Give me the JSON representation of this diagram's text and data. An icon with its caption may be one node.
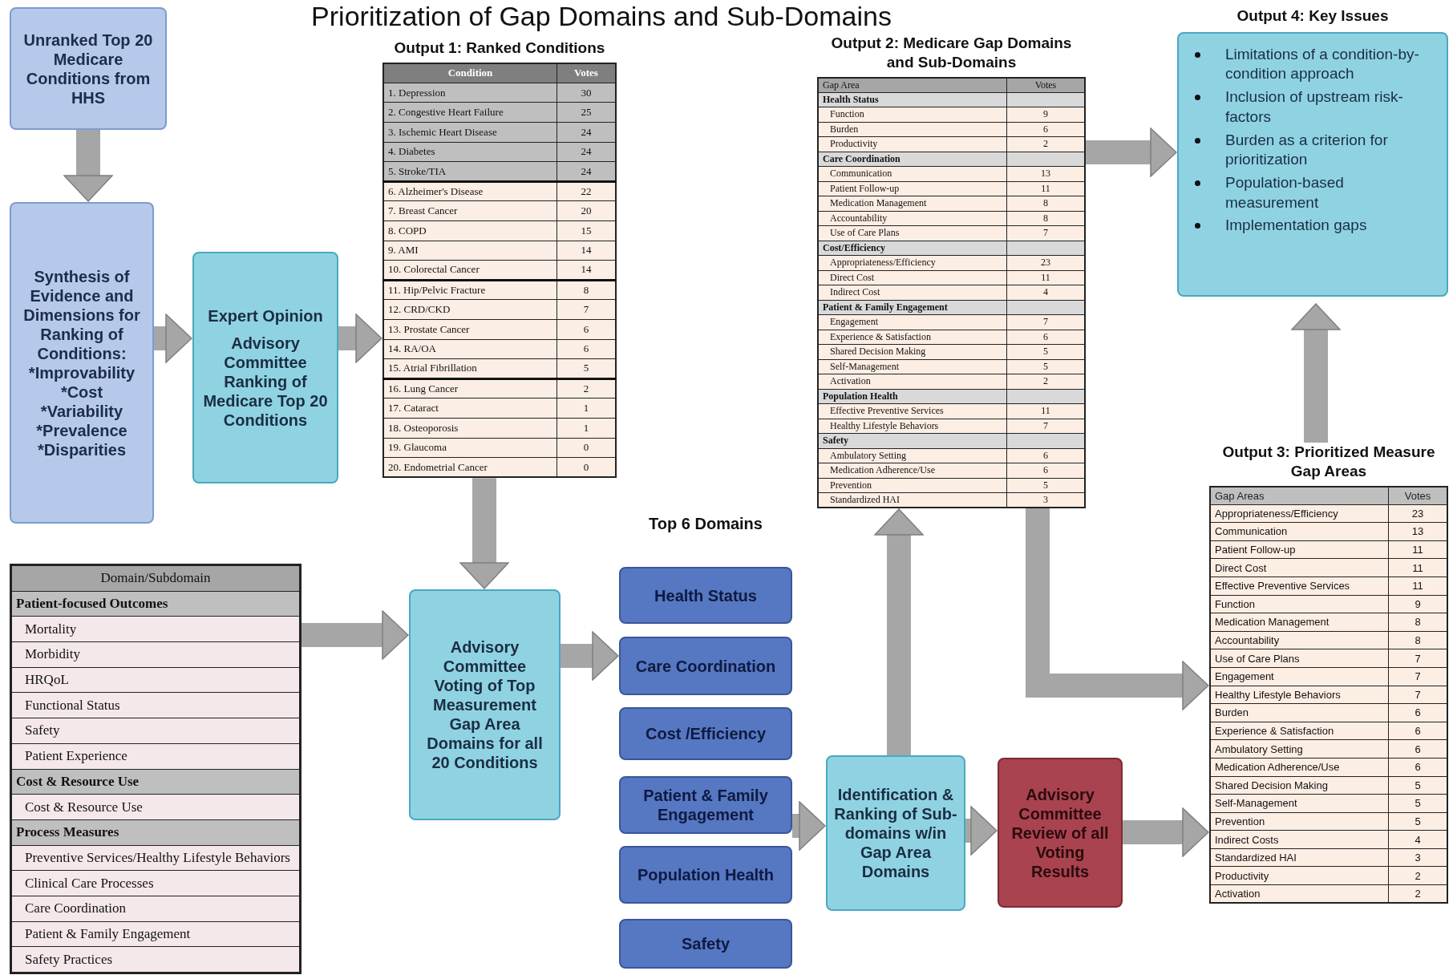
{
  "diagram": {
    "title": "Prioritization of Gap Domains and Sub-Domains",
    "nodes": [
      {
        "text": [
          "Unranked Top 20 Medicare Conditions from HHS"
        ]
      },
      {
        "text": [
          "Synthesis of Evidence and Dimensions for Ranking of Conditions: *Improvability *Cost *Variability *Prevalence *Disparities"
        ]
      },
      {
        "text": [
          "Expert Opinion",
          "Advisory Committee Ranking of Medicare Top 20 Conditions"
        ]
      },
      {
        "text": [
          "Output 1: Ranked Conditions"
        ]
      },
      {
        "text": [
          "Output 2: Medicare Gap Domains and Sub-Domains"
        ]
      },
      {
        "text": [
          "Output 4: Key Issues",
          "Limitations of a condition-by-condition approach",
          "Inclusion of upstream risk-factors",
          "Burden as a criterion for prioritization",
          "Population-based measurement",
          "Implementation gaps"
        ]
      },
      {
        "text": [],
        "shape": "table"
      },
      {
        "text": [
          "Advisory Committee Voting of Top Measurement Gap Area Domains for all 20 Conditions"
        ]
      },
      {
        "text": [
          "Health Status"
        ]
      },
      {
        "text": [
          "Care Coordination"
        ]
      },
      {
        "text": [
          "Cost /Efficiency"
        ]
      },
      {
        "text": [
          "Patient & Family Engagement"
        ]
      },
      {
        "text": [
          "Population Health"
        ]
      },
      {
        "text": [
          "Safety"
        ]
      },
      {
        "text": [
          "Identification & Ranking of Sub-domains w/in Gap Area Domains"
        ]
      },
      {
        "text": [
          "Advisory Committee Review of all Voting Results"
        ]
      },
      {
        "text": [
          "Output 3: Prioritized Measure Gap Areas"
        ]
      }
    ],
    "edges": [
      {
        "from": 0,
        "to": 1,
        "arrow": "to"
      },
      {
        "from": 1,
        "to": 2,
        "arrow": "to"
      },
      {
        "from": 2,
        "to": 3,
        "arrow": "to"
      },
      {
        "from": 3,
        "to": 7,
        "arrow": "to"
      },
      {
        "from": 6,
        "to": 7,
        "arrow": "to"
      },
      {
        "from": 7,
        "to": 9,
        "arrow": "to"
      },
      {
        "from": 11,
        "to": 14,
        "arrow": "to"
      },
      {
        "from": 14,
        "to": 15,
        "arrow": "to"
      },
      {
        "from": 15,
        "to": 16,
        "arrow": "to"
      },
      {
        "from": 14,
        "to": 4,
        "arrow": "to"
      },
      {
        "from": 4,
        "to": 16,
        "arrow": "to"
      },
      {
        "from": 4,
        "to": 5,
        "arrow": "to"
      },
      {
        "from": 16,
        "to": 5,
        "arrow": "to"
      }
    ],
    "labels": [
      "Condition",
      "Votes",
      "1. Depression",
      "30",
      "2. Congestive Heart Failure",
      "25",
      "3. Ischemic Heart Disease",
      "24",
      "4. Diabetes",
      "24",
      "5. Stroke/TIA",
      "24",
      "6. Alzheimer's Disease",
      "22",
      "7. Breast Cancer",
      "20",
      "8. COPD",
      "15",
      "9. AMI",
      "14",
      "10. Colorectal Cancer",
      "14",
      "11. Hip/Pelvic Fracture",
      "8",
      "12. CRD/CKD",
      "7",
      "13. Prostate Cancer",
      "6",
      "14. RA/OA",
      "6",
      "15. Atrial Fibrillation",
      "5",
      "16. Lung Cancer",
      "2",
      "17. Cataract",
      "1",
      "18. Osteoporosis",
      "1",
      "19. Glaucoma",
      "0",
      "20. Endometrial Cancer",
      "0",
      "Gap Area",
      "Votes",
      "Health Status",
      "Function",
      "9",
      "Burden",
      "6",
      "Productivity",
      "2",
      "Care Coordination",
      "Communication",
      "13",
      "Patient Follow-up",
      "11",
      "Medication Management",
      "8",
      "Accountability",
      "8",
      "Use of Care Plans",
      "7",
      "Cost/Efficiency",
      "Appropriateness/Efficiency",
      "23",
      "Direct Cost",
      "11",
      "Indirect Cost",
      "4",
      "Patient & Family Engagement",
      "Engagement",
      "7",
      "Experience & Satisfaction",
      "6",
      "Shared Decision Making",
      "5",
      "Self-Management",
      "5",
      "Activation",
      "2",
      "Population Health",
      "Effective Preventive Services",
      "11",
      "Healthy Lifestyle Behaviors",
      "7",
      "Safety",
      "Ambulatory Setting",
      "6",
      "Medication Adherence/Use",
      "6",
      "Prevention",
      "5",
      "Standardized HAI",
      "3",
      "Domain/Subdomain",
      "Patient-focused Outcomes",
      "Mortality",
      "Morbidity",
      "HRQoL",
      "Functional Status",
      "Safety",
      "Patient Experience",
      "Cost & Resource Use",
      "Cost & Resource Use",
      "Process Measures",
      "Preventive Services/Healthy Lifestyle Behaviors",
      "Clinical Care Processes",
      "Care Coordination",
      "Patient & Family Engagement",
      "Safety Practices",
      "Top 6 Domains",
      "Gap Areas",
      "Votes",
      "Appropriateness/Efficiency",
      "23",
      "Communication",
      "13",
      "Patient Follow-up",
      "11",
      "Direct Cost",
      "11",
      "Effective Preventive Services",
      "11",
      "Function",
      "9",
      "Medication Management",
      "8",
      "Accountability",
      "8",
      "Use of Care Plans",
      "7",
      "Engagement",
      "7",
      "Healthy Lifestyle Behaviors",
      "7",
      "Burden",
      "6",
      "Experience & Satisfaction",
      "6",
      "Ambulatory Setting",
      "6",
      "Medication Adherence/Use",
      "6",
      "Shared Decision Making",
      "5",
      "Self-Management",
      "5",
      "Prevention",
      "5",
      "Indirect Costs",
      "4",
      "Standardized HAI",
      "3",
      "Productivity",
      "2",
      "Activation",
      "2"
    ]
  }
}
